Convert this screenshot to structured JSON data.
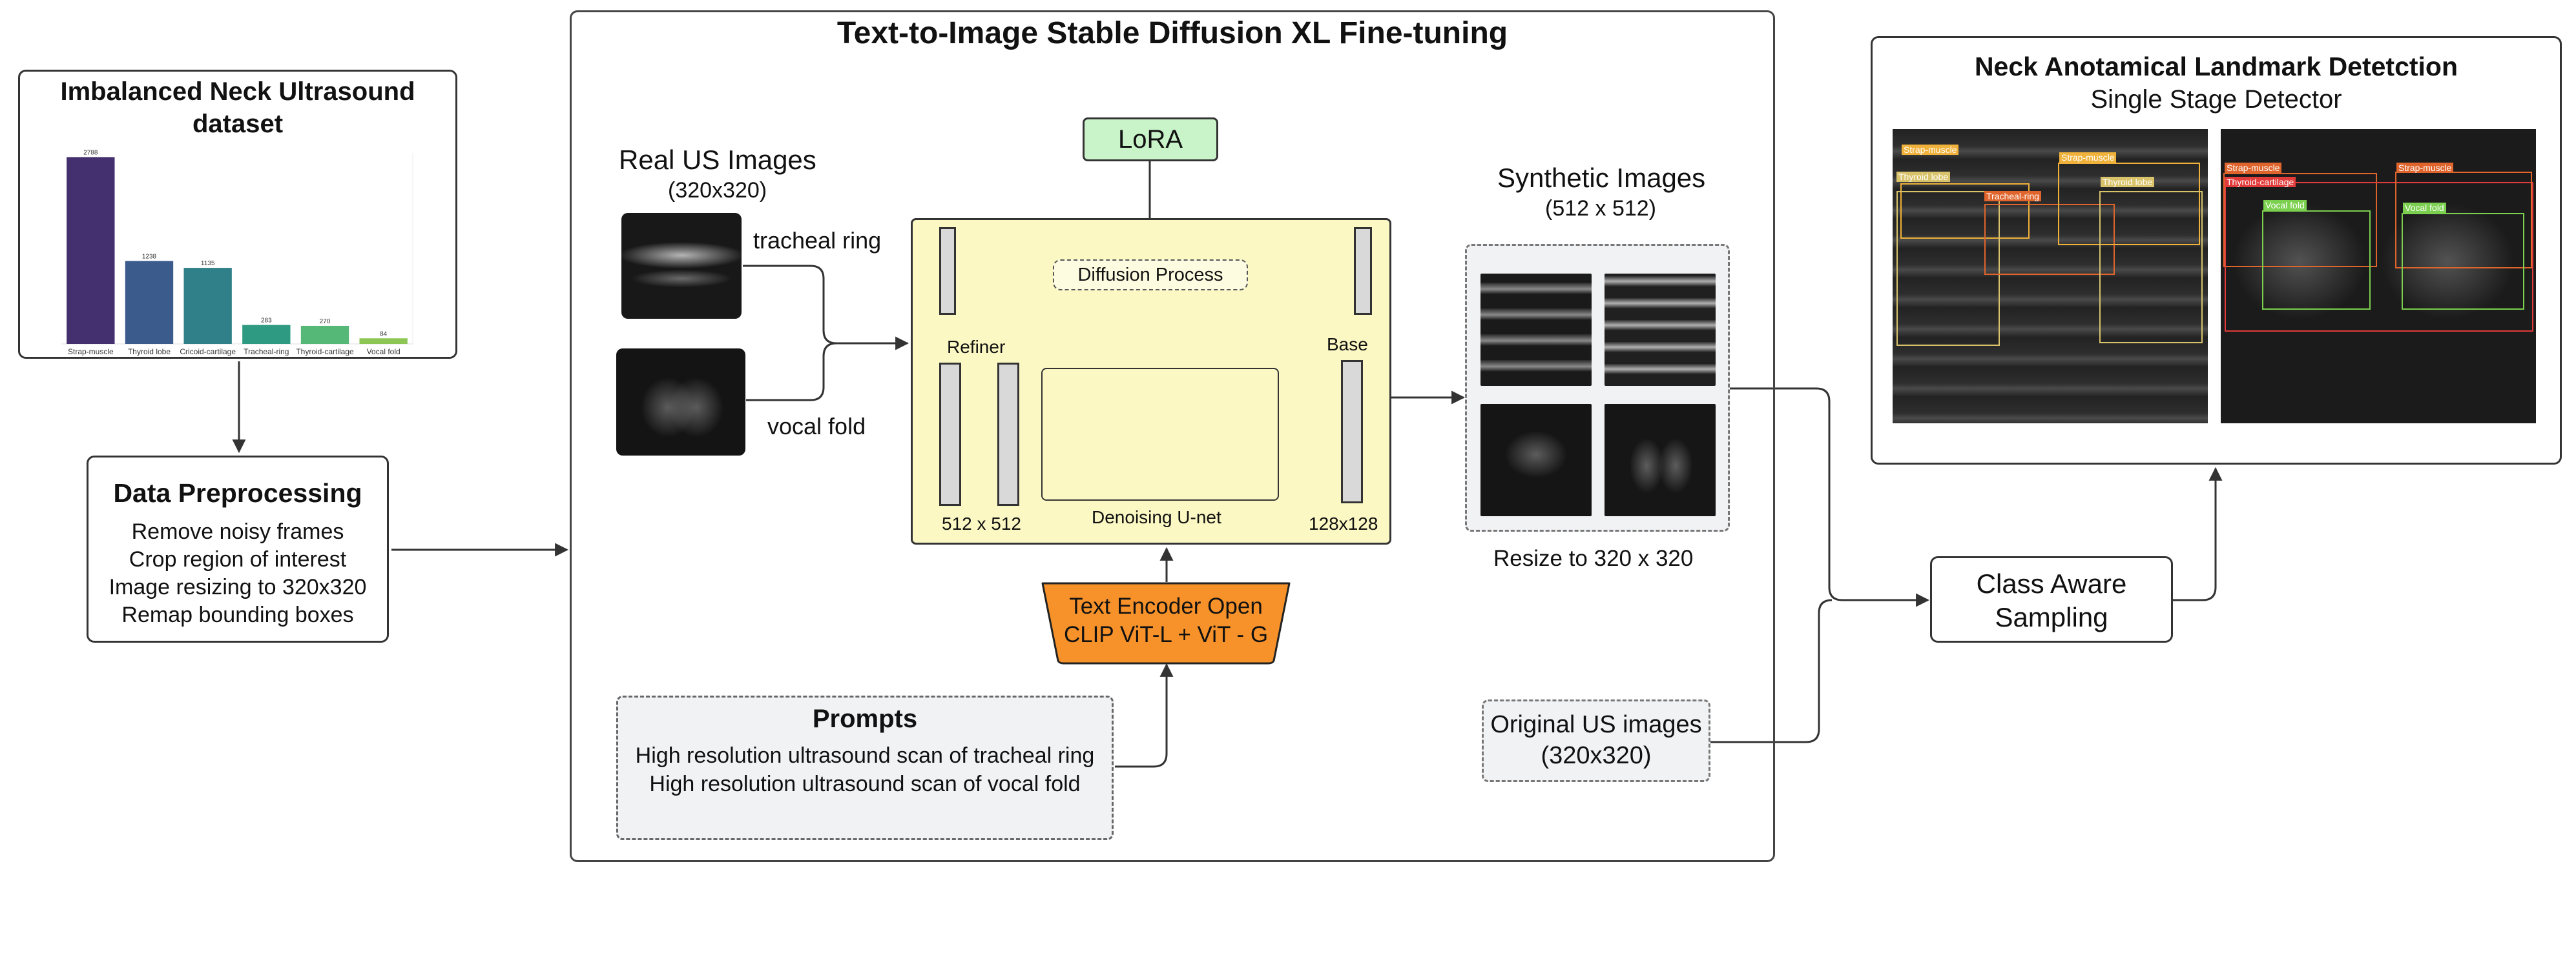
{
  "dataset": {
    "title": "Imbalanced Neck Ultrasound dataset",
    "chart_data": {
      "type": "bar",
      "categories": [
        "Strap-muscle",
        "Thyroid lobe",
        "Cricoid-cartilage",
        "Tracheal-ring",
        "Thyroid-cartilage",
        "Vocal fold"
      ],
      "values": [
        2788,
        1238,
        1135,
        283,
        270,
        84
      ],
      "colors": [
        "#45306f",
        "#3b5b8c",
        "#2f8088",
        "#2f9a82",
        "#55b877",
        "#8dc654"
      ],
      "ylim": [
        0,
        2850
      ],
      "grid": false
    }
  },
  "preprocessing": {
    "title": "Data Preprocessing",
    "steps": [
      "Remove noisy frames",
      "Crop region of interest",
      "Image resizing to 320x320",
      "Remap bounding boxes"
    ]
  },
  "sdxl": {
    "title": "Text-to-Image Stable Diffusion XL Fine-tuning",
    "real_title": "Real US Images",
    "real_size": "(320x320)",
    "real_labels": [
      "tracheal ring",
      "vocal fold"
    ],
    "lora": "LoRA",
    "diffusion": "Diffusion Process",
    "refiner": "Refiner",
    "base": "Base",
    "refiner_size": "512 x 512",
    "base_size": "128x128",
    "unet": "Denoising U-net",
    "encoder_line1": "Text Encoder Open",
    "encoder_line2": "CLIP  ViT-L + ViT - G",
    "prompts_title": "Prompts",
    "prompts": [
      "High resolution ultrasound scan of tracheal ring",
      "High resolution ultrasound scan of vocal fold"
    ],
    "synthetic_title": "Synthetic Images",
    "synthetic_size": "(512 x 512)",
    "resize": "Resize to 320 x 320",
    "original_line1": "Original US images",
    "original_line2": "(320x320)"
  },
  "sampling": {
    "line1": "Class Aware",
    "line2": "Sampling"
  },
  "detector": {
    "title": "Neck Anotamical Landmark Detetction",
    "subtitle": "Single Stage Detector",
    "left_labels": [
      "Strap-muscle",
      "Thyroid lobe",
      "Strap-muscle",
      "Tracheal-ring",
      "Thyroid lobe"
    ],
    "right_labels": [
      "Strap-muscle",
      "Thyroid-cartilage",
      "Strap-muscle",
      "Vocal fold",
      "Vocal fold"
    ]
  },
  "colors": {
    "lora_fill": "#c9f3c9",
    "sdxl_fill": "#fbf8c4",
    "encoder_fill": "#f7922a",
    "unet_fill": "#cfe4fb",
    "panel_fill": "#f1f2f4"
  }
}
